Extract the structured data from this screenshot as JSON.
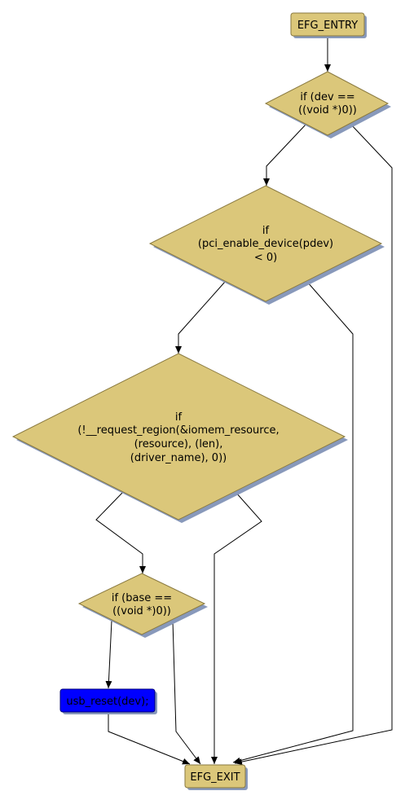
{
  "colors": {
    "node_fill": "#dbc77a",
    "node_stroke": "#8a7a40",
    "shadow": "#8899bb",
    "highlight_fill": "#0000ff",
    "highlight_text": "#000000",
    "edge": "#000000"
  },
  "nodes": {
    "entry": {
      "label": "EFG_ENTRY"
    },
    "cond_dev": {
      "lines": [
        "if (dev ==",
        "((void *)0))"
      ]
    },
    "cond_pci": {
      "lines": [
        "if",
        "(pci_enable_device(pdev)",
        "< 0)"
      ]
    },
    "cond_region": {
      "lines": [
        "if",
        "(!__request_region(&iomem_resource,",
        "(resource), (len),",
        "(driver_name), 0))"
      ]
    },
    "cond_base": {
      "lines": [
        "if (base ==",
        "((void *)0))"
      ]
    },
    "usb_reset": {
      "label": "usb_reset(dev);"
    },
    "exit": {
      "label": "EFG_EXIT"
    }
  }
}
